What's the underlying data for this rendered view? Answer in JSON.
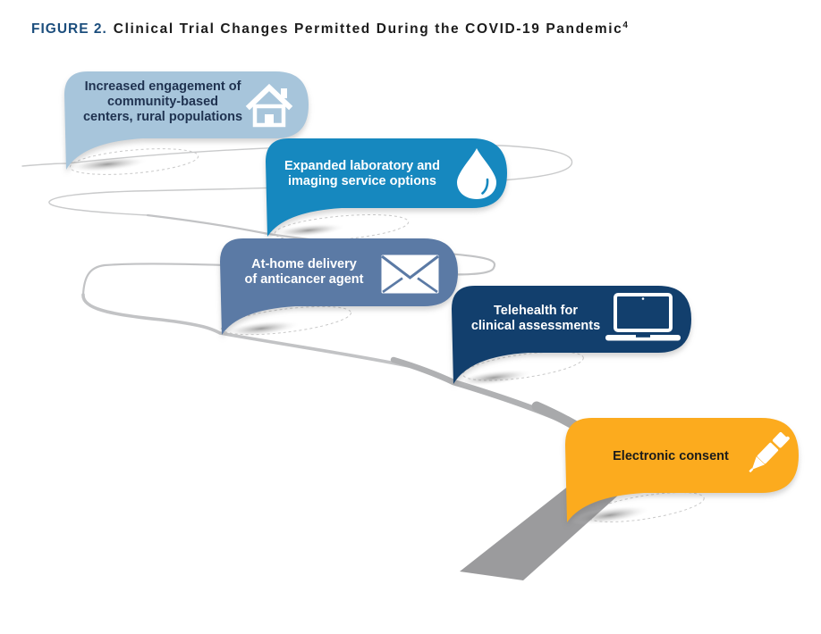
{
  "figure": {
    "label": "FIGURE 2.",
    "label_color": "#1c4e7d",
    "title": "Clinical Trial Changes Permitted During the COVID-19 Pandemic",
    "reference_superscript": "4"
  },
  "bubbles": [
    {
      "id": "community-engagement",
      "lines": [
        "Increased engagement of",
        "community-based",
        "centers, rural populations"
      ],
      "icon": "house-icon",
      "bg_color": "#a7c5db",
      "text_color": "#1f3250",
      "icon_color": "#ffffff"
    },
    {
      "id": "lab-imaging",
      "lines": [
        "Expanded laboratory and",
        "imaging service options"
      ],
      "icon": "water-drop-icon",
      "bg_color": "#1688bf",
      "text_color": "#ffffff",
      "icon_color": "#ffffff"
    },
    {
      "id": "at-home-delivery",
      "lines": [
        "At-home delivery",
        "of anticancer agent"
      ],
      "icon": "envelope-icon",
      "bg_color": "#5b7aa5",
      "text_color": "#ffffff",
      "icon_color": "#ffffff"
    },
    {
      "id": "telehealth",
      "lines": [
        "Telehealth for",
        "clinical assessments"
      ],
      "icon": "laptop-icon",
      "bg_color": "#123f6d",
      "text_color": "#ffffff",
      "icon_color": "#ffffff"
    },
    {
      "id": "electronic-consent",
      "lines": [
        "Electronic consent"
      ],
      "icon": "pen-icon",
      "bg_color": "#fcab1e",
      "text_color": "#1b1b1b",
      "icon_color": "#ffffff"
    }
  ],
  "road": {
    "band_color": "#9b9b9d",
    "far_line_color": "#c9cacb",
    "mid_line_color": "#c2c3c5",
    "near_line_color": "#b0b1b3"
  }
}
